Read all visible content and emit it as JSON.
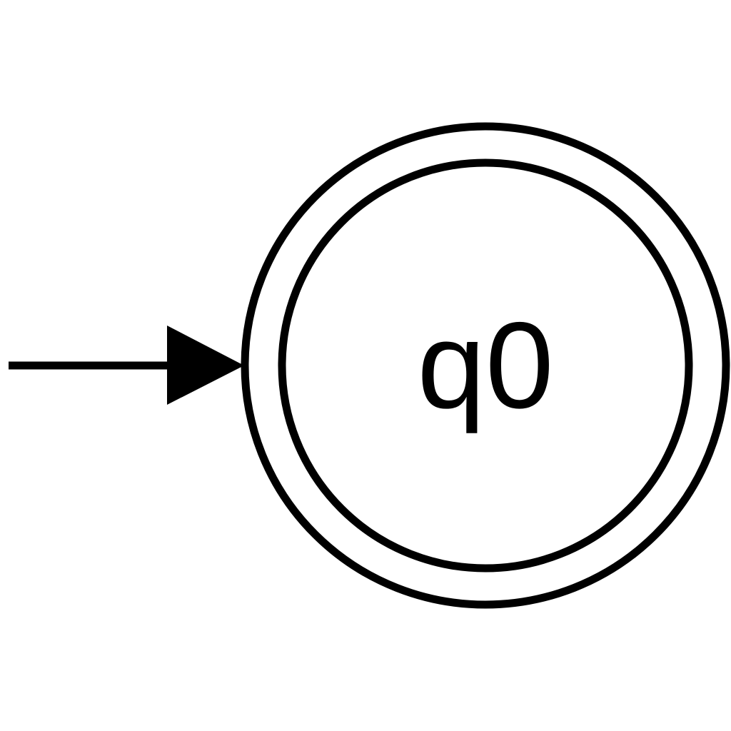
{
  "diagram": {
    "type": "finite-state-automaton",
    "colors": {
      "stroke": "#000000",
      "background": "#ffffff"
    },
    "states": [
      {
        "id": "q0",
        "label": "q0",
        "start": true,
        "accepting": true
      }
    ],
    "transitions": []
  }
}
